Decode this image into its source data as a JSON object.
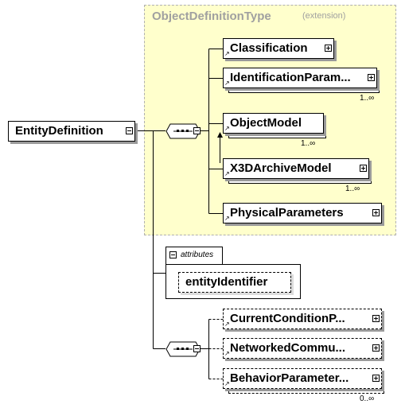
{
  "extension": {
    "type_name": "ObjectDefinitionType",
    "note": "(extension)"
  },
  "root": {
    "label": "EntityDefinition"
  },
  "extension_children": [
    {
      "label": "Classification",
      "cardinality": ""
    },
    {
      "label": "IdentificationParam...",
      "cardinality": "1..∞"
    },
    {
      "label": "ObjectModel",
      "cardinality": "1..∞"
    },
    {
      "label": "X3DArchiveModel",
      "cardinality": "1..∞"
    },
    {
      "label": "PhysicalParameters",
      "cardinality": ""
    }
  ],
  "attributes": {
    "tab_label": "attributes",
    "items": [
      "entityIdentifier"
    ]
  },
  "optional_children": [
    {
      "label": "CurrentConditionP...",
      "cardinality": ""
    },
    {
      "label": "NetworkedCommu...",
      "cardinality": ""
    },
    {
      "label": "BehaviorParameter...",
      "cardinality": "0..∞"
    }
  ],
  "colors": {
    "extension_fill": "#ffffcc",
    "extension_text": "#a0a0a0",
    "border": "#000000"
  }
}
